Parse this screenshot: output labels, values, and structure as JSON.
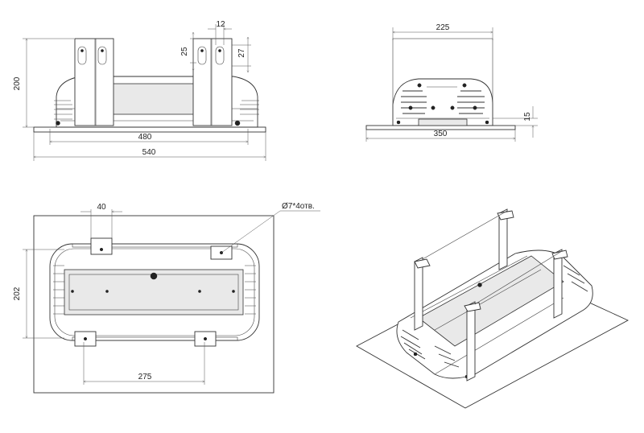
{
  "dimensions": {
    "front_height": "200",
    "front_inner_width": "480",
    "front_total_width": "540",
    "bracket_width": "12",
    "bracket_slot_top": "25",
    "bracket_slot_height": "27",
    "side_top_width": "225",
    "side_base_width": "350",
    "side_base_height": "15",
    "top_slot_width": "40",
    "top_depth": "202",
    "top_hole_spacing": "275",
    "holes_note": "Ø7*4отв."
  }
}
